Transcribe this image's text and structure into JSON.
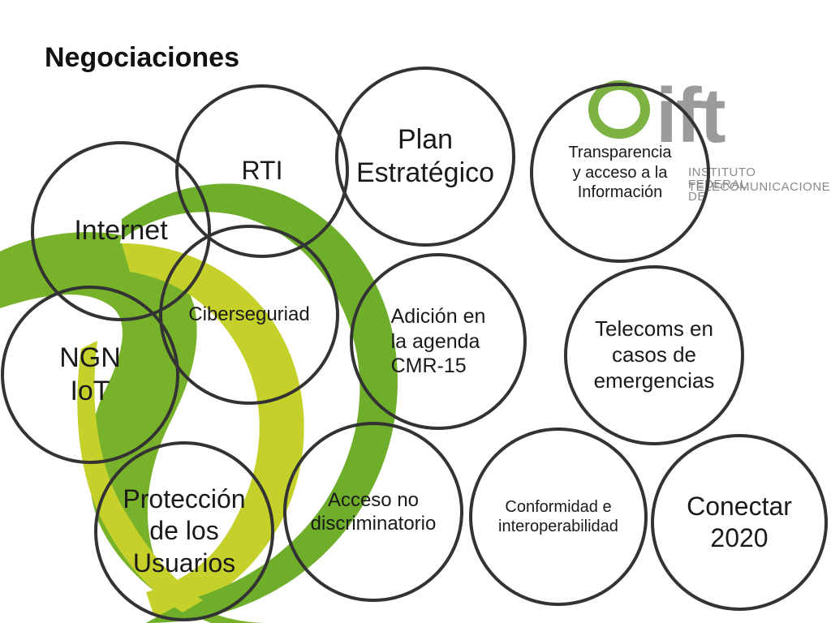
{
  "title": "Negociaciones",
  "logo": {
    "letters": "ift",
    "line1": "INSTITUTO FEDERAL DE",
    "line2": "TELECOMUNICACIONES",
    "colors": {
      "green": "#7cb342",
      "gray": "#9b9b9b"
    }
  },
  "circles": {
    "rti": "RTI",
    "plan": "Plan\nEstratégico",
    "transparencia": "Transparencia\ny acceso a la\nInformación",
    "internet": "Internet",
    "ciberseguridad": "Ciberseguriad",
    "adicion": "Adición en\nla agenda\nCMR-15",
    "telecoms": "Telecoms en\ncasos de\nemergencias",
    "ngn": "NGN\nIoT",
    "proteccion": "Protección\nde los\nUsuarios",
    "acceso": "Acceso no\ndiscriminatorio",
    "conformidad": "Conformidad e\ninteroperabilidad",
    "conectar": "Conectar\n2020"
  },
  "colors": {
    "green_dark": "#78b22a",
    "green_light": "#c5d12a",
    "circle_stroke": "#333333"
  }
}
